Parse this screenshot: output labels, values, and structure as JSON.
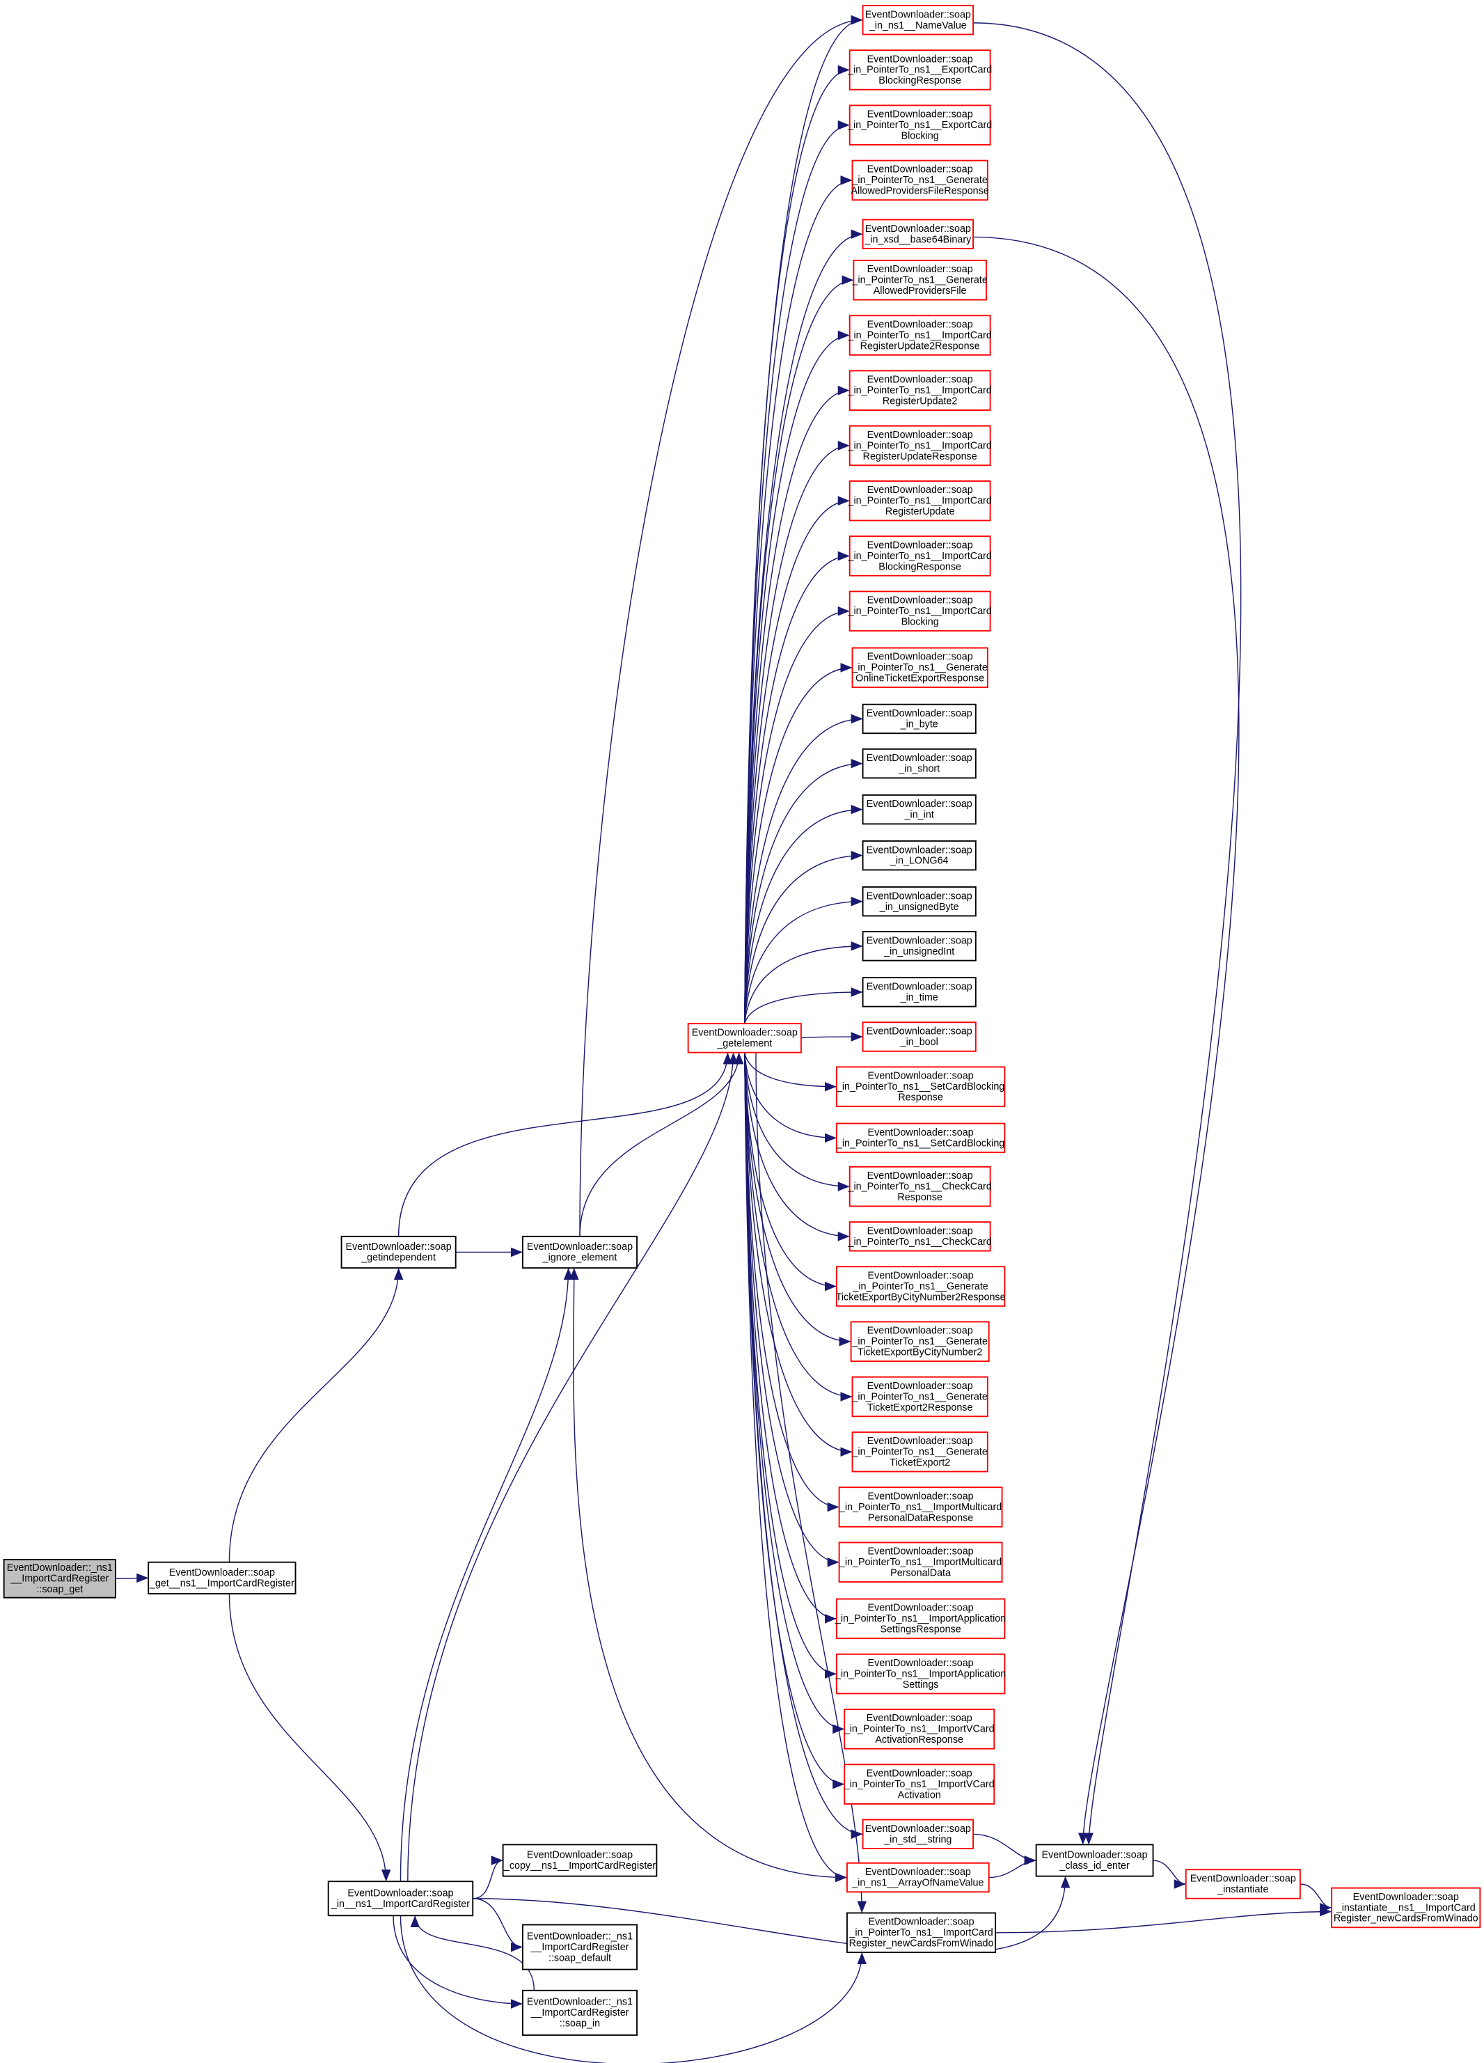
{
  "colors": {
    "edge": "#191970",
    "red_border": "#ff0000",
    "black_border": "#000000",
    "root_fill": "#bfbfbf"
  },
  "nodes": [
    {
      "id": "n0",
      "style": "root",
      "lines": [
        "EventDownloader::_ns1",
        "__ImportCardRegister",
        "::soap_get"
      ]
    },
    {
      "id": "n1",
      "style": "black",
      "lines": [
        "EventDownloader::soap",
        "_get__ns1__ImportCardRegister"
      ]
    },
    {
      "id": "n2",
      "style": "black",
      "lines": [
        "EventDownloader::soap",
        "_getindependent"
      ]
    },
    {
      "id": "n3",
      "style": "black",
      "lines": [
        "EventDownloader::soap",
        "_ignore_element"
      ]
    },
    {
      "id": "n4",
      "style": "black",
      "lines": [
        "EventDownloader::soap",
        "_in__ns1__ImportCardRegister"
      ]
    },
    {
      "id": "n5",
      "style": "black",
      "lines": [
        "EventDownloader::soap",
        "_copy__ns1__ImportCardRegister"
      ]
    },
    {
      "id": "n6",
      "style": "black",
      "lines": [
        "EventDownloader::_ns1",
        "__ImportCardRegister",
        "::soap_default"
      ]
    },
    {
      "id": "n7",
      "style": "black",
      "lines": [
        "EventDownloader::_ns1",
        "__ImportCardRegister",
        "::soap_in"
      ]
    },
    {
      "id": "n8",
      "style": "red",
      "lines": [
        "EventDownloader::soap",
        "_getelement"
      ]
    },
    {
      "id": "c0",
      "style": "red",
      "lines": [
        "EventDownloader::soap",
        "_in_ns1__NameValue"
      ]
    },
    {
      "id": "c1",
      "style": "red",
      "lines": [
        "EventDownloader::soap",
        "_in_PointerTo_ns1__ExportCard",
        "BlockingResponse"
      ]
    },
    {
      "id": "c2",
      "style": "red",
      "lines": [
        "EventDownloader::soap",
        "_in_PointerTo_ns1__ExportCard",
        "Blocking"
      ]
    },
    {
      "id": "c3",
      "style": "red",
      "lines": [
        "EventDownloader::soap",
        "_in_PointerTo_ns1__Generate",
        "AllowedProvidersFileResponse"
      ]
    },
    {
      "id": "c4",
      "style": "red",
      "lines": [
        "EventDownloader::soap",
        "_in_xsd__base64Binary"
      ]
    },
    {
      "id": "c5",
      "style": "red",
      "lines": [
        "EventDownloader::soap",
        "_in_PointerTo_ns1__Generate",
        "AllowedProvidersFile"
      ]
    },
    {
      "id": "c6",
      "style": "red",
      "lines": [
        "EventDownloader::soap",
        "_in_PointerTo_ns1__ImportCard",
        "RegisterUpdate2Response"
      ]
    },
    {
      "id": "c7",
      "style": "red",
      "lines": [
        "EventDownloader::soap",
        "_in_PointerTo_ns1__ImportCard",
        "RegisterUpdate2"
      ]
    },
    {
      "id": "c8",
      "style": "red",
      "lines": [
        "EventDownloader::soap",
        "_in_PointerTo_ns1__ImportCard",
        "RegisterUpdateResponse"
      ]
    },
    {
      "id": "c9",
      "style": "red",
      "lines": [
        "EventDownloader::soap",
        "_in_PointerTo_ns1__ImportCard",
        "RegisterUpdate"
      ]
    },
    {
      "id": "c10",
      "style": "red",
      "lines": [
        "EventDownloader::soap",
        "_in_PointerTo_ns1__ImportCard",
        "BlockingResponse"
      ]
    },
    {
      "id": "c11",
      "style": "red",
      "lines": [
        "EventDownloader::soap",
        "_in_PointerTo_ns1__ImportCard",
        "Blocking"
      ]
    },
    {
      "id": "c12",
      "style": "red",
      "lines": [
        "EventDownloader::soap",
        "_in_PointerTo_ns1__Generate",
        "OnlineTicketExportResponse"
      ]
    },
    {
      "id": "c13",
      "style": "black",
      "lines": [
        "EventDownloader::soap",
        "_in_byte"
      ]
    },
    {
      "id": "c14",
      "style": "black",
      "lines": [
        "EventDownloader::soap",
        "_in_short"
      ]
    },
    {
      "id": "c15",
      "style": "black",
      "lines": [
        "EventDownloader::soap",
        "_in_int"
      ]
    },
    {
      "id": "c16",
      "style": "black",
      "lines": [
        "EventDownloader::soap",
        "_in_LONG64"
      ]
    },
    {
      "id": "c17",
      "style": "black",
      "lines": [
        "EventDownloader::soap",
        "_in_unsignedByte"
      ]
    },
    {
      "id": "c18",
      "style": "black",
      "lines": [
        "EventDownloader::soap",
        "_in_unsignedInt"
      ]
    },
    {
      "id": "c19",
      "style": "black",
      "lines": [
        "EventDownloader::soap",
        "_in_time"
      ]
    },
    {
      "id": "c20",
      "style": "red",
      "lines": [
        "EventDownloader::soap",
        "_in_bool"
      ]
    },
    {
      "id": "c21",
      "style": "red",
      "lines": [
        "EventDownloader::soap",
        "_in_PointerTo_ns1__SetCardBlocking",
        "Response"
      ]
    },
    {
      "id": "c22",
      "style": "red",
      "lines": [
        "EventDownloader::soap",
        "_in_PointerTo_ns1__SetCardBlocking"
      ]
    },
    {
      "id": "c23",
      "style": "red",
      "lines": [
        "EventDownloader::soap",
        "_in_PointerTo_ns1__CheckCard",
        "Response"
      ]
    },
    {
      "id": "c24",
      "style": "red",
      "lines": [
        "EventDownloader::soap",
        "_in_PointerTo_ns1__CheckCard"
      ]
    },
    {
      "id": "c25",
      "style": "red",
      "lines": [
        "EventDownloader::soap",
        "_in_PointerTo_ns1__Generate",
        "TicketExportByCityNumber2Response"
      ]
    },
    {
      "id": "c26",
      "style": "red",
      "lines": [
        "EventDownloader::soap",
        "_in_PointerTo_ns1__Generate",
        "TicketExportByCityNumber2"
      ]
    },
    {
      "id": "c27",
      "style": "red",
      "lines": [
        "EventDownloader::soap",
        "_in_PointerTo_ns1__Generate",
        "TicketExport2Response"
      ]
    },
    {
      "id": "c28",
      "style": "red",
      "lines": [
        "EventDownloader::soap",
        "_in_PointerTo_ns1__Generate",
        "TicketExport2"
      ]
    },
    {
      "id": "c29",
      "style": "red",
      "lines": [
        "EventDownloader::soap",
        "_in_PointerTo_ns1__ImportMulticard",
        "PersonalDataResponse"
      ]
    },
    {
      "id": "c30",
      "style": "red",
      "lines": [
        "EventDownloader::soap",
        "_in_PointerTo_ns1__ImportMulticard",
        "PersonalData"
      ]
    },
    {
      "id": "c31",
      "style": "red",
      "lines": [
        "EventDownloader::soap",
        "_in_PointerTo_ns1__ImportApplication",
        "SettingsResponse"
      ]
    },
    {
      "id": "c32",
      "style": "red",
      "lines": [
        "EventDownloader::soap",
        "_in_PointerTo_ns1__ImportApplication",
        "Settings"
      ]
    },
    {
      "id": "c33",
      "style": "red",
      "lines": [
        "EventDownloader::soap",
        "_in_PointerTo_ns1__ImportVCard",
        "ActivationResponse"
      ]
    },
    {
      "id": "c34",
      "style": "red",
      "lines": [
        "EventDownloader::soap",
        "_in_PointerTo_ns1__ImportVCard",
        "Activation"
      ]
    },
    {
      "id": "c35",
      "style": "red",
      "lines": [
        "EventDownloader::soap",
        "_in_std__string"
      ]
    },
    {
      "id": "c36",
      "style": "red",
      "lines": [
        "EventDownloader::soap",
        "_in_ns1__ArrayOfNameValue"
      ]
    },
    {
      "id": "c37",
      "style": "black",
      "lines": [
        "EventDownloader::soap",
        "_in_PointerTo_ns1__ImportCard",
        "Register_newCardsFromWinado"
      ]
    },
    {
      "id": "r0",
      "style": "black",
      "lines": [
        "EventDownloader::soap",
        "_class_id_enter"
      ]
    },
    {
      "id": "r1",
      "style": "red",
      "lines": [
        "EventDownloader::soap",
        "_instantiate"
      ]
    },
    {
      "id": "r2",
      "style": "red",
      "lines": [
        "EventDownloader::soap",
        "_instantiate__ns1__ImportCard",
        "Register_newCardsFromWinado"
      ]
    }
  ],
  "edges": [
    {
      "from": "n0",
      "to": "n1"
    },
    {
      "from": "n1",
      "to": "n2"
    },
    {
      "from": "n1",
      "to": "n4"
    },
    {
      "from": "n2",
      "to": "n8"
    },
    {
      "from": "n2",
      "to": "n3"
    },
    {
      "from": "n3",
      "to": "n8"
    },
    {
      "from": "n3",
      "to": "c0"
    },
    {
      "from": "n4",
      "to": "n3"
    },
    {
      "from": "n4",
      "to": "n8"
    },
    {
      "from": "n4",
      "to": "n5"
    },
    {
      "from": "n4",
      "to": "n6"
    },
    {
      "from": "n4",
      "to": "n7"
    },
    {
      "from": "n7",
      "to": "n4"
    },
    {
      "from": "n4",
      "to": "r0"
    },
    {
      "from": "n4",
      "to": "c37"
    },
    {
      "from": "n8",
      "to": "c0"
    },
    {
      "from": "n8",
      "to": "c1"
    },
    {
      "from": "n8",
      "to": "c2"
    },
    {
      "from": "n8",
      "to": "c3"
    },
    {
      "from": "n8",
      "to": "c4"
    },
    {
      "from": "n8",
      "to": "c5"
    },
    {
      "from": "n8",
      "to": "c6"
    },
    {
      "from": "n8",
      "to": "c7"
    },
    {
      "from": "n8",
      "to": "c8"
    },
    {
      "from": "n8",
      "to": "c9"
    },
    {
      "from": "n8",
      "to": "c10"
    },
    {
      "from": "n8",
      "to": "c11"
    },
    {
      "from": "n8",
      "to": "c12"
    },
    {
      "from": "n8",
      "to": "c13"
    },
    {
      "from": "n8",
      "to": "c14"
    },
    {
      "from": "n8",
      "to": "c15"
    },
    {
      "from": "n8",
      "to": "c16"
    },
    {
      "from": "n8",
      "to": "c17"
    },
    {
      "from": "n8",
      "to": "c18"
    },
    {
      "from": "n8",
      "to": "c19"
    },
    {
      "from": "n8",
      "to": "c20"
    },
    {
      "from": "n8",
      "to": "c21"
    },
    {
      "from": "n8",
      "to": "c22"
    },
    {
      "from": "n8",
      "to": "c23"
    },
    {
      "from": "n8",
      "to": "c24"
    },
    {
      "from": "n8",
      "to": "c25"
    },
    {
      "from": "n8",
      "to": "c26"
    },
    {
      "from": "n8",
      "to": "c27"
    },
    {
      "from": "n8",
      "to": "c28"
    },
    {
      "from": "n8",
      "to": "c29"
    },
    {
      "from": "n8",
      "to": "c30"
    },
    {
      "from": "n8",
      "to": "c31"
    },
    {
      "from": "n8",
      "to": "c32"
    },
    {
      "from": "n8",
      "to": "c33"
    },
    {
      "from": "n8",
      "to": "c34"
    },
    {
      "from": "n8",
      "to": "c35"
    },
    {
      "from": "n8",
      "to": "c36"
    },
    {
      "from": "n8",
      "to": "c37"
    },
    {
      "from": "c0",
      "to": "r0"
    },
    {
      "from": "c4",
      "to": "r0"
    },
    {
      "from": "c35",
      "to": "r0"
    },
    {
      "from": "c36",
      "to": "r0"
    },
    {
      "from": "c36",
      "to": "n3"
    },
    {
      "from": "r0",
      "to": "r1"
    },
    {
      "from": "r1",
      "to": "r2"
    },
    {
      "from": "c37",
      "to": "r2"
    }
  ]
}
